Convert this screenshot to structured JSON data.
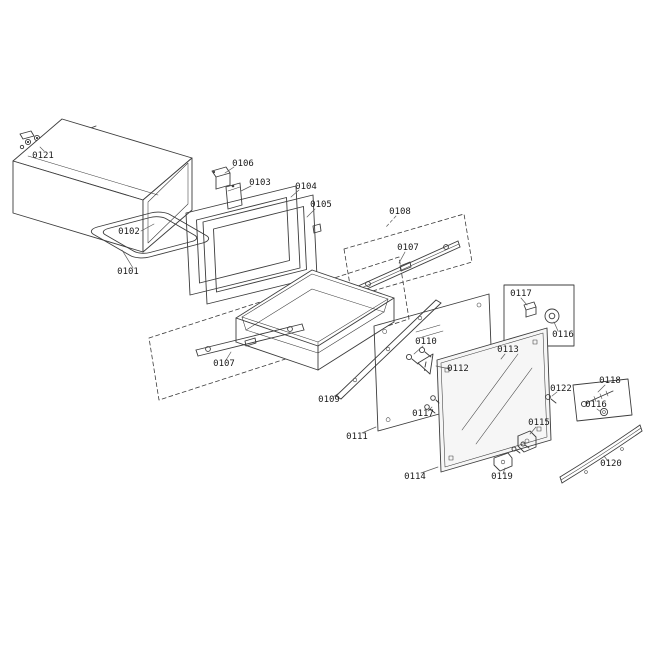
{
  "colors": {
    "background": "#ffffff",
    "line": "#3c3c3c",
    "label_text": "#1a1a1a",
    "glass_fill": "#f6f6f6"
  },
  "diagram": {
    "labels": {
      "part_0121": "0121",
      "part_0102": "0102",
      "part_0101": "0101",
      "part_0106": "0106",
      "part_0103": "0103",
      "part_0104": "0104",
      "part_0105": "0105",
      "part_0108": "0108",
      "part_0107_right": "0107",
      "part_0107_left": "0107",
      "part_0110": "0110",
      "part_0112": "0112",
      "part_0113": "0113",
      "part_0117_callout": "0117",
      "part_0116_callout": "0116",
      "part_0109": "0109",
      "part_0111": "0111",
      "part_0117_screws": "0117",
      "part_0115": "0115",
      "part_0122": "0122",
      "part_0118": "0118",
      "part_0116_right": "0116",
      "part_0114": "0114",
      "part_0119": "0119",
      "part_0120": "0120"
    }
  }
}
